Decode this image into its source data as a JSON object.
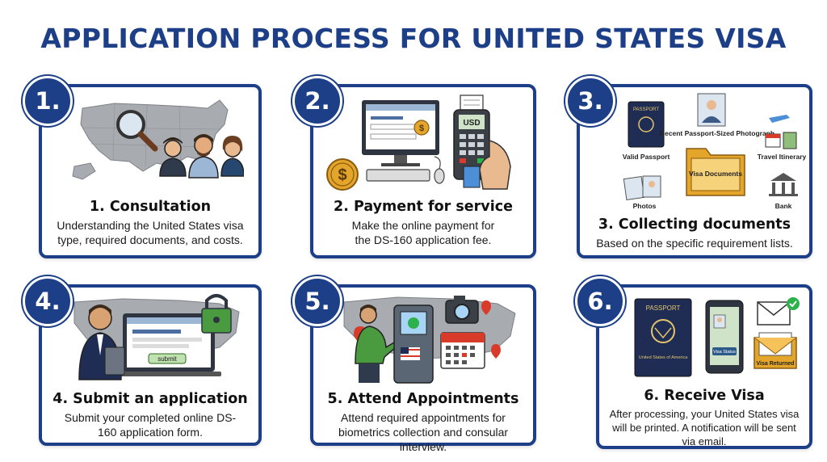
{
  "title": "APPLICATION PROCESS FOR UNITED STATES VISA",
  "colors": {
    "primary": "#1c3f87",
    "map": "#a8acb1",
    "accent_red": "#d93b2b",
    "gold": "#e3a62a"
  },
  "steps": [
    {
      "number": "1.",
      "title": "1. Consultation",
      "description": "Understanding the United States visa type, required documents, and costs.",
      "icons": [
        "us-map-icon",
        "magnifier-icon",
        "consultants-icon"
      ]
    },
    {
      "number": "2.",
      "title": "2. Payment for service",
      "description": "Make the online payment for the DS-160 application fee.",
      "icons": [
        "computer-icon",
        "dollar-coin-icon",
        "payment-terminal-icon"
      ],
      "terminal_text": "USD"
    },
    {
      "number": "3.",
      "title": "3. Collecting documents",
      "description": "Based on the specific requirement lists.",
      "labels": {
        "passport": "PASSPORT",
        "valid_passport": "Valid Passport",
        "photo": "Recent Passport-Sized Photograph",
        "travel": "Travel Itinerary",
        "folder": "Visa Documents",
        "photos": "Photos",
        "bank": "Bank"
      }
    },
    {
      "number": "4.",
      "title": "4. Submit an application",
      "description": "Submit your completed online DS-160 application form.",
      "submit_label": "submit",
      "icons": [
        "applicant-icon",
        "laptop-icon",
        "padlock-icon"
      ]
    },
    {
      "number": "5.",
      "title": "5. Attend Appointments",
      "description": "Attend required appointments for biometrics collection and consular interview.",
      "icons": [
        "kiosk-icon",
        "camera-icon",
        "calendar-icon",
        "map-pin-icon"
      ]
    },
    {
      "number": "6.",
      "title": "6. Receive Visa",
      "description": "After processing, your United States visa will be printed. A notification will be sent via email.",
      "labels": {
        "passport": "PASSPORT",
        "passport_sub": "United States of America",
        "visa_status": "Visa Status",
        "visa_returned": "Visa Returned"
      }
    }
  ]
}
